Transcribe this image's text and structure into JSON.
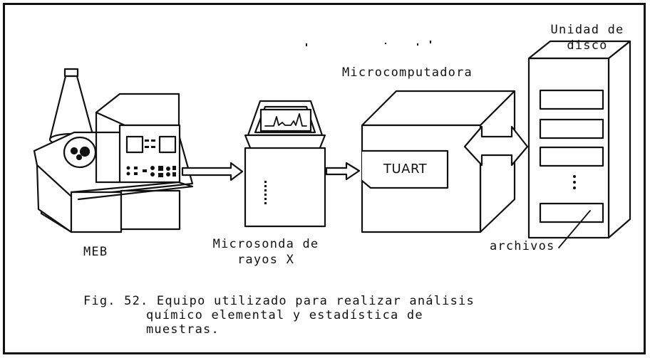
{
  "labels": {
    "meb": "MEB",
    "microsonda": "Microsonda de rayos X",
    "microcomputadora": "Microcomputadora",
    "unidad_disco": "Unidad de disco",
    "archivos": "archivos",
    "tuart": "TUART"
  },
  "caption": {
    "line1": "Fig. 52. Equipo utilizado para realizar análisis",
    "line2": "químico elemental y estadística de",
    "line3": "muestras."
  }
}
